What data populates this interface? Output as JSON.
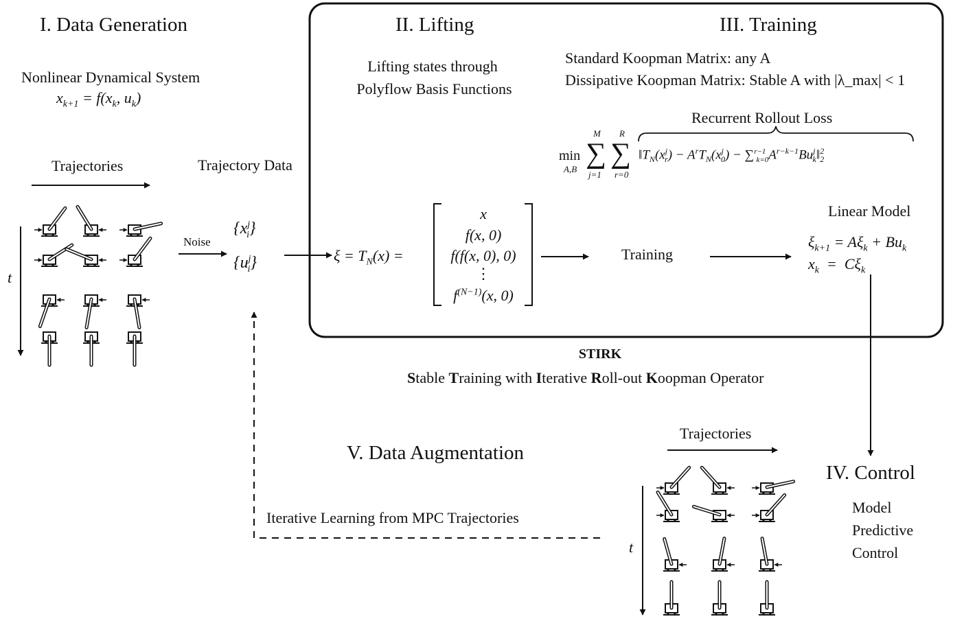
{
  "sections": {
    "data_generation": {
      "title": "I. Data Generation",
      "system_label": "Nonlinear Dynamical System",
      "system_eq": "x_{k+1} = f(x_k, u_k)",
      "trajectories_label": "Trajectories",
      "time_label": "t"
    },
    "lifting": {
      "title": "II. Lifting",
      "desc_line1": "Lifting states through",
      "desc_line2": "Polyflow Basis Functions",
      "lift_eq_lhs": "ξ = T_N(x) =",
      "vector": [
        "x",
        "f(x, 0)",
        "f(f(x, 0), 0)",
        "⋮",
        "f^(N−1)(x, 0)"
      ]
    },
    "training": {
      "title": "III. Training",
      "standard_line": "Standard Koopman Matrix: any A",
      "dissipative_line": "Dissipative Koopman Matrix: Stable A with |λ_max| < 1",
      "loss_label": "Recurrent Rollout Loss",
      "loss_min": "min",
      "loss_min_sub": "A,B",
      "sum1_top": "M",
      "sum1_bottom": "j=1",
      "sum2_top": "R",
      "sum2_bottom": "r=0",
      "loss_body": "‖T_N(x_r^j) − A^r T_N(x_0^j) − Σ_{k=0}^{r−1} A^{r−k−1} B u_k^j‖²₂",
      "training_step": "Training",
      "linear_model_label": "Linear Model",
      "linear_eq1": "ξ_{k+1} = Aξ_k + Bu_k",
      "linear_eq2": "x_k  =  Cξ_k"
    },
    "trajectory_data": {
      "label": "Trajectory Data",
      "noise_label": "Noise",
      "x_set": "{x_i^j}",
      "u_set": "{u_i^j}"
    },
    "stirk": {
      "acronym": "STIRK",
      "full_name": "Stable Training with Iterative Roll-out Koopman Operator"
    },
    "control": {
      "title": "IV. Control",
      "line1": "Model",
      "line2": "Predictive",
      "line3": "Control"
    },
    "augmentation": {
      "title": "V. Data Augmentation",
      "iterative_label": "Iterative Learning from MPC Trajectories",
      "trajectories_label": "Trajectories",
      "time_label": "t"
    }
  }
}
